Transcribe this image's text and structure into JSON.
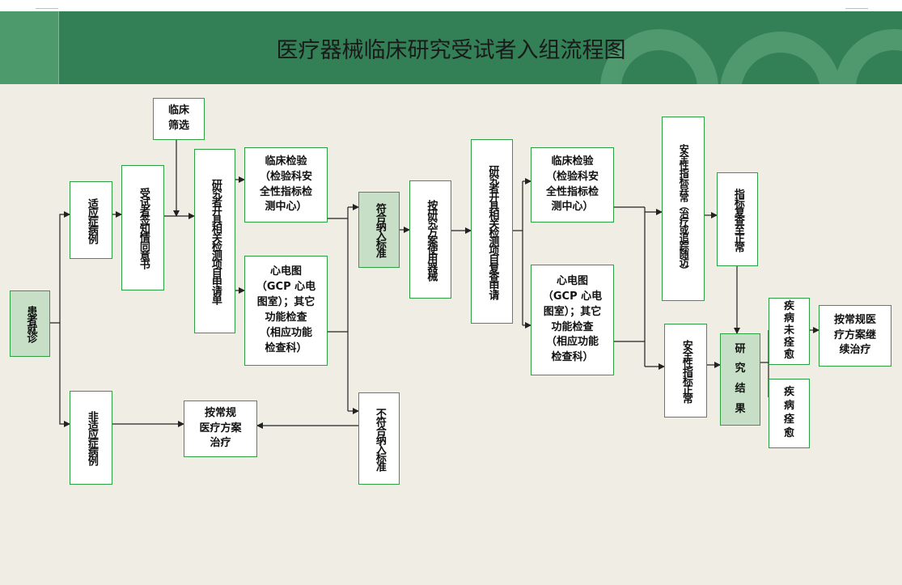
{
  "title": "医疗器械临床研究受试者入组流程图",
  "colors": {
    "header": "#337f56",
    "background": "#efede4",
    "box_border": "#2f9f44",
    "highlight": "#c6dfc6",
    "arrow": "#222222"
  },
  "nodes": {
    "patient_visit": "患者就诊",
    "screening": "临床\n筛选",
    "indicated": "适应症病例",
    "non_indicated": "非适应症病例",
    "informed_consent": "受试者签知情同意书",
    "researcher_apply_tests": "研究者开具相关检测项目申请单",
    "lab_test_1": "临床检验\n（检验科安\n全性指标检\n测中心）",
    "ecg_1": "心电图\n（GCP 心电\n图室）；其它\n功能检查\n（相应功能\n检查科）",
    "meets_criteria": "符合纳入标准",
    "not_meets_criteria": "不符合纳入标准",
    "routine_treatment": "按常规\n医疗方案\n治疗",
    "use_device": "按研究方案使用器械",
    "researcher_review_apply": "研究者开具相关检测项目复查申请",
    "lab_test_2": "临床检验\n（检验科安\n全性指标检\n测中心）",
    "ecg_2": "心电图\n（GCP 心电\n图室）；其它\n功能检查\n（相应功能\n检查科）",
    "safety_abnormal": "安全性指标异常（治疗或追踪随访）",
    "indicator_recheck_normal": "指标复查至正常",
    "safety_normal": "安全性指标正常",
    "study_result": "研\n究\n结\n果",
    "disease_not_cured": "疾\n病\n未\n痊\n愈",
    "continue_routine": "按常规医\n疗方案继\n续治疗",
    "disease_cured": "疾\n病\n痊\n愈"
  }
}
